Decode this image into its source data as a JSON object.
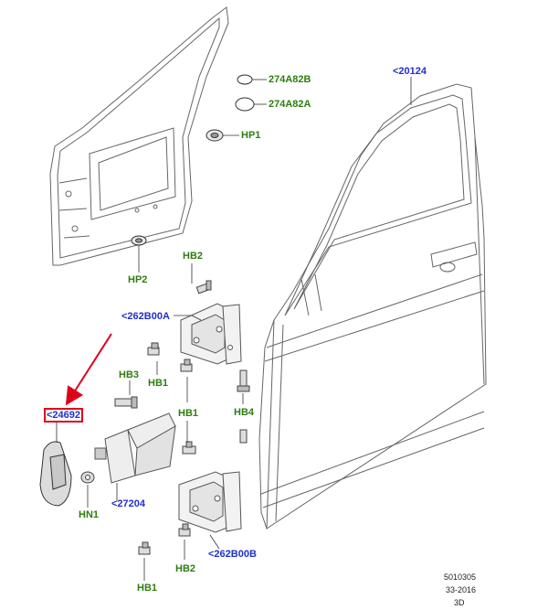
{
  "labels": {
    "b274A82B": "274A82B",
    "b274A82A": "274A82A",
    "hp1": "HP1",
    "hp2": "HP2",
    "p20124": "<20124",
    "hb2_top": "HB2",
    "p262B00A": "<262B00A",
    "hb3": "HB3",
    "hb1_a": "HB1",
    "hb1_b": "HB1",
    "hb4": "HB4",
    "p24692": "<24692",
    "p27204": "<27204",
    "hn1": "HN1",
    "p262B00B": "<262B00B",
    "hb1_c": "HB1",
    "hb2_bottom": "HB2"
  },
  "footer": {
    "code": "5010305",
    "date": "33-2016",
    "view": "3D"
  },
  "colors": {
    "part_number": "#1f2fd0",
    "fastener": "#2e7d10",
    "highlight_box": "#e0001a",
    "arrow": "#e0001a",
    "line_art": "#666666"
  }
}
